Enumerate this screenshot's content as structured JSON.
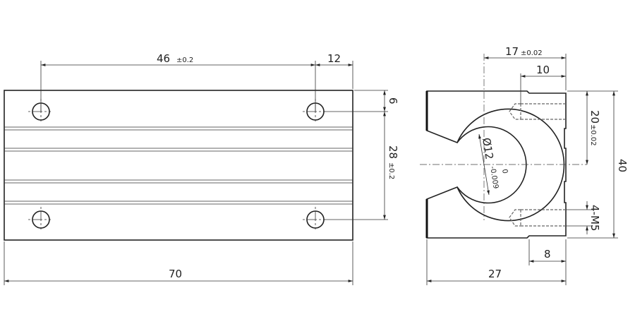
{
  "front_view": {
    "dim_hole_spacing_x": "46",
    "dim_hole_spacing_x_tol": "±0.2",
    "dim_hole_edge_x": "12",
    "dim_hole_edge_y": "6",
    "dim_hole_spacing_y": "28",
    "dim_hole_spacing_y_tol": "±0.2",
    "dim_length": "70"
  },
  "side_view": {
    "dim_center_offset": "17",
    "dim_center_offset_tol": "±0.02",
    "dim_thread_depth": "10",
    "dim_center_height": "20",
    "dim_center_height_tol": "±0.02",
    "dim_height": "40",
    "dim_bore": "Ø12",
    "dim_bore_tol_upper": "0",
    "dim_bore_tol_lower": "-0.009",
    "dim_thread": "4-M5",
    "dim_step": "8",
    "dim_width": "27"
  }
}
